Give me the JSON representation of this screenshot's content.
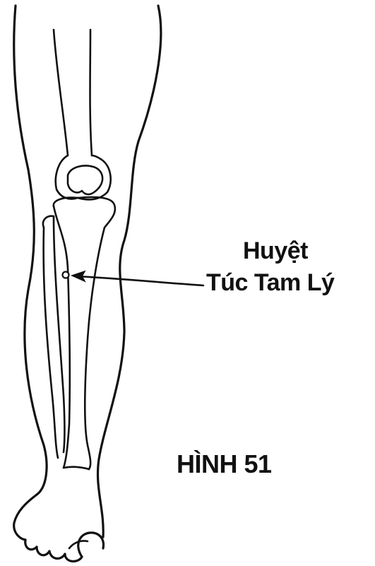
{
  "figure": {
    "acupoint_label_line1": "Huyệt",
    "acupoint_label_line2": "Túc Tam Lý",
    "caption": "HÌNH 51"
  }
}
